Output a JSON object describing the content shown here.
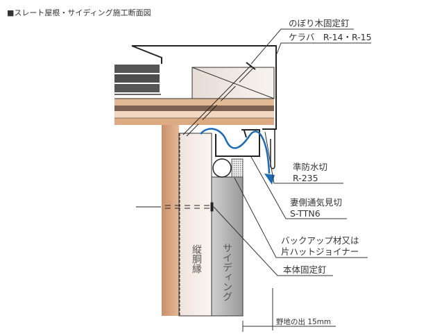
{
  "title": "■スレート屋根・サイディング施工断面図",
  "labels": {
    "nail_rafter": "のぼり木固定釘",
    "keraba": "ケラバ　R-14・R-15",
    "waterproof_1": "準防水切",
    "waterproof_2": "R-235",
    "vent_1": "妻側通気見切",
    "vent_2": "S-TTN6",
    "backup_1": "バックアップ材又は",
    "backup_2": "片ハットジョイナー",
    "body_nail": "本体固定釘",
    "furring": "縦胴縁",
    "siding": "サイディング",
    "overhang": "野地の出 15mm"
  },
  "colors": {
    "airflow": "#1a6ab8",
    "wood": "#d9a57e",
    "siding": "#b5b5b5",
    "slate": "#4a4a4a"
  }
}
